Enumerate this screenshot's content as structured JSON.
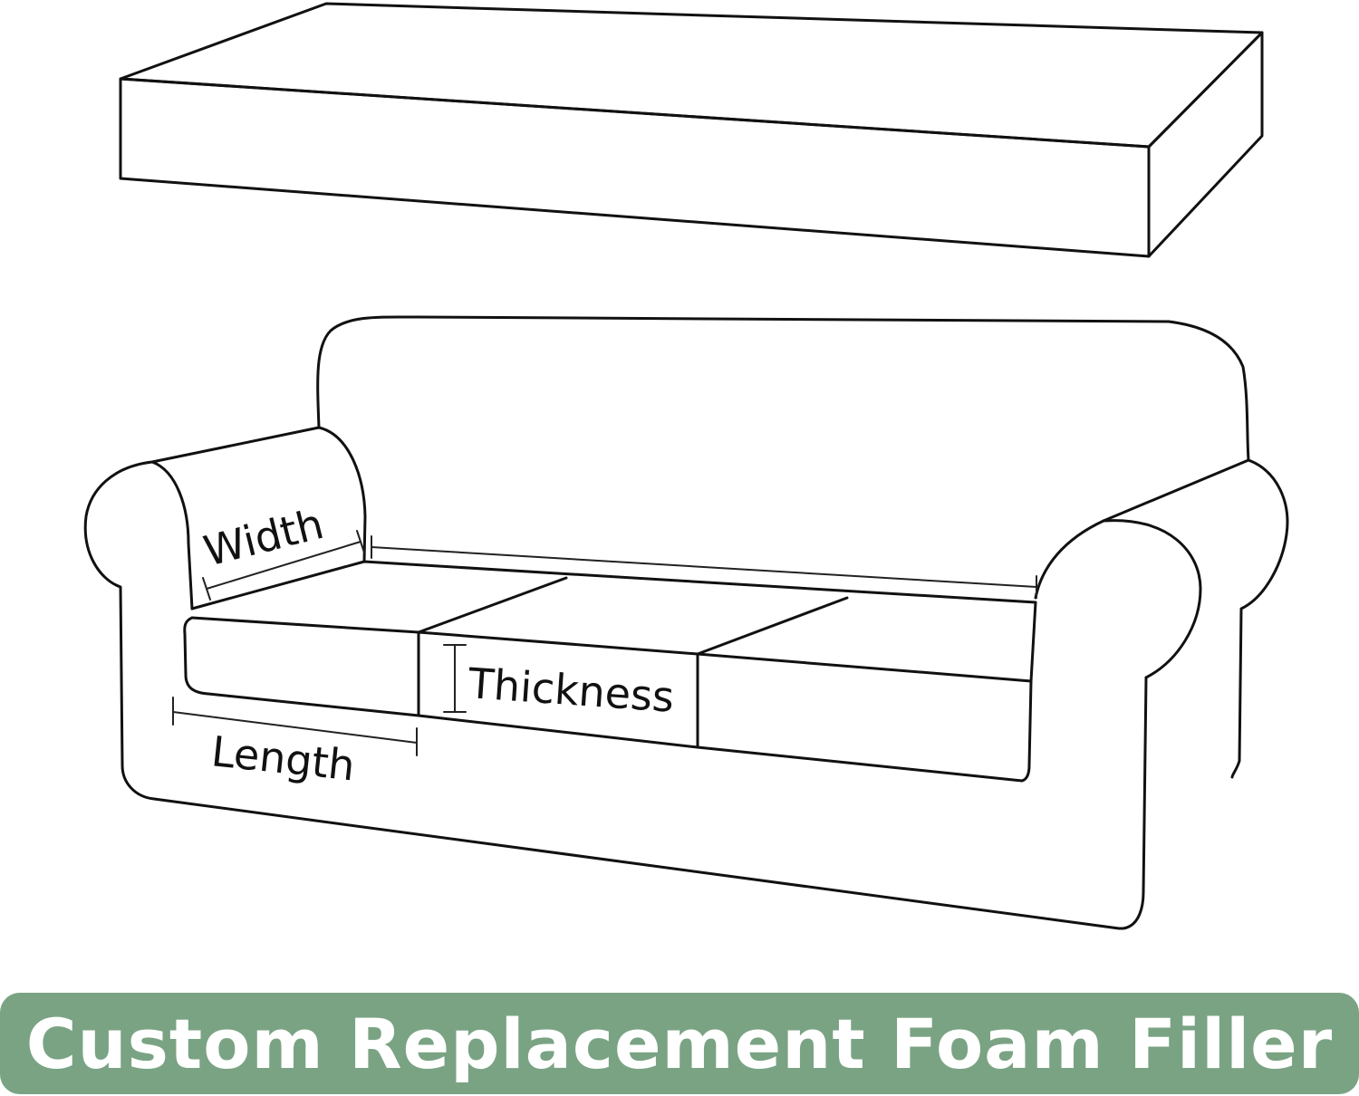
{
  "labels": {
    "width": "Width",
    "thickness": "Thickness",
    "length": "Length"
  },
  "banner": {
    "title": "Custom Replacement Foam Filler"
  },
  "colors": {
    "banner_background": "#7aa383",
    "banner_text": "#ffffff",
    "line": "#111111",
    "background": "#ffffff"
  }
}
